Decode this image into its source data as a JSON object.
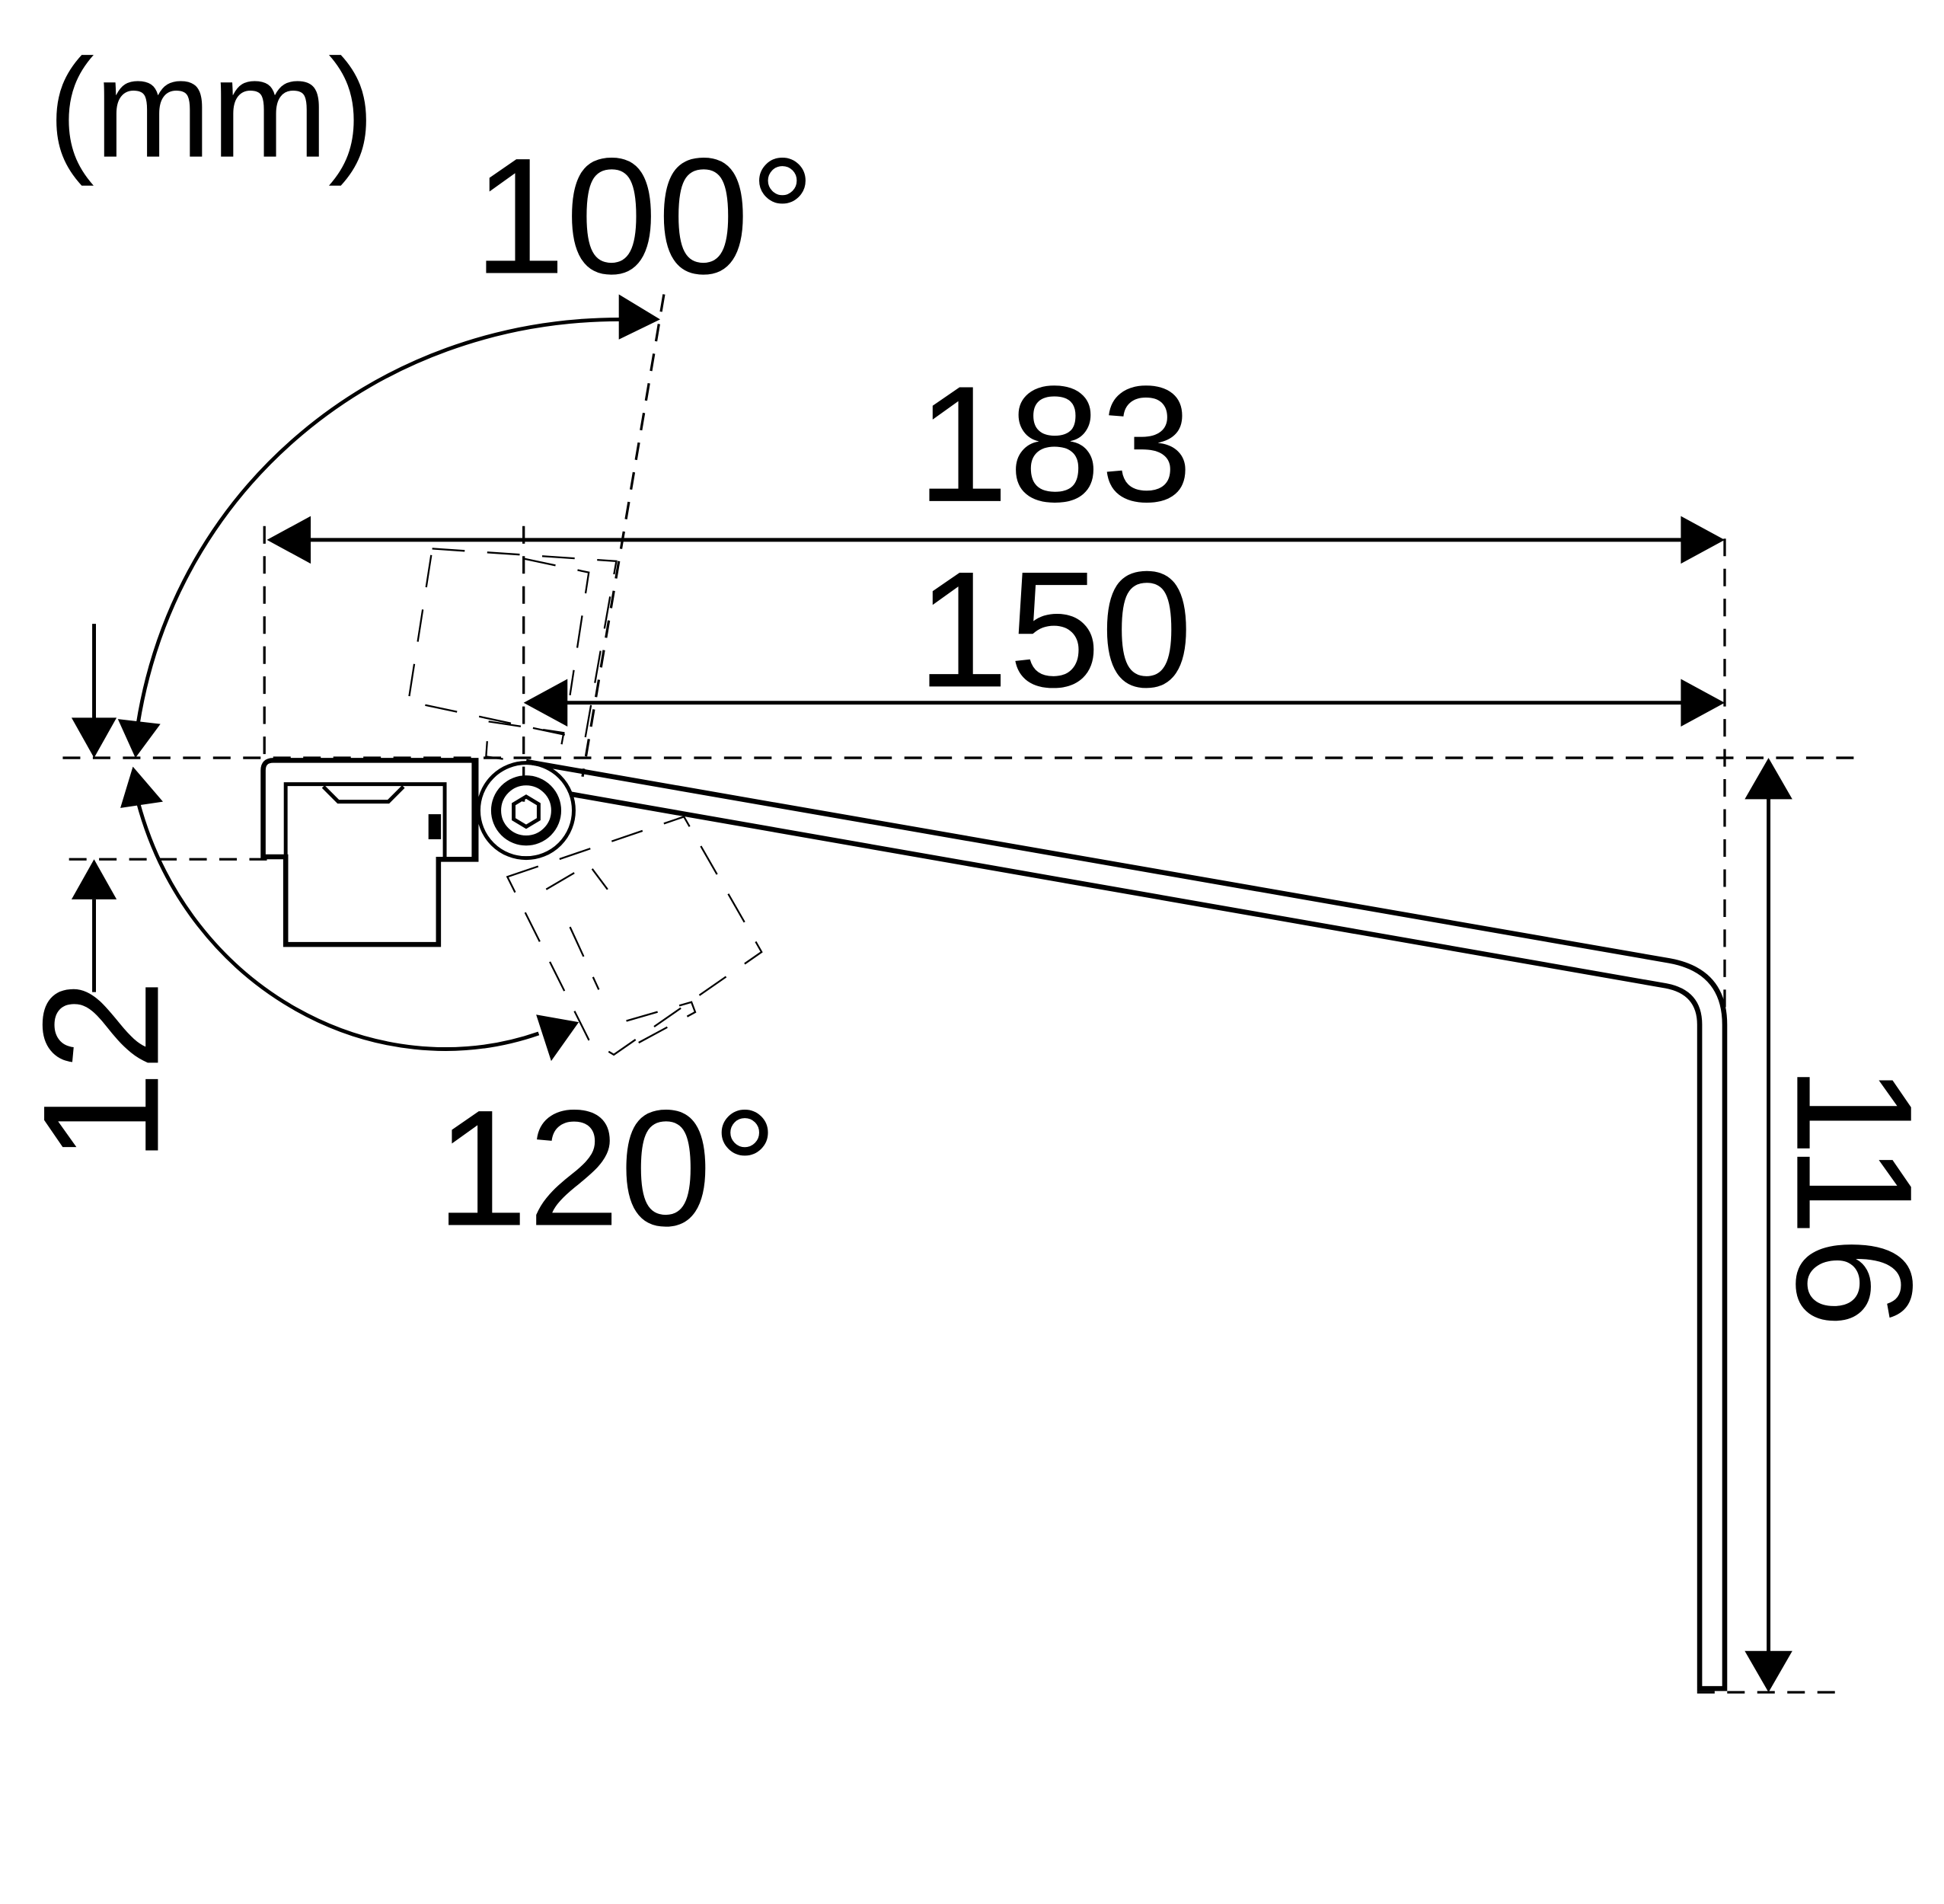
{
  "diagram": {
    "unit_label": "(mm)",
    "dimensions": {
      "overall_width": "183",
      "arm_width": "150",
      "height": "116",
      "offset": "12"
    },
    "angles": {
      "open_up": "100°",
      "open_down": "120°"
    },
    "colors": {
      "line": "#000000",
      "background": "#ffffff"
    }
  }
}
